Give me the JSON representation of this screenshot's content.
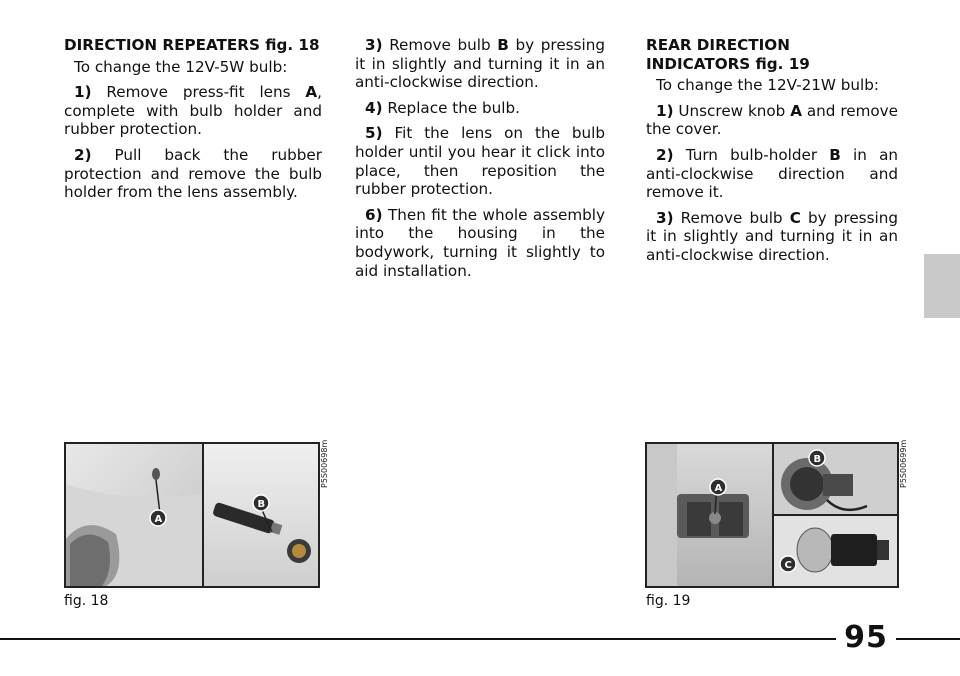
{
  "columns": {
    "left": {
      "heading": "DIRECTION REPEATERS fig. 18",
      "intro": "To change the 12V-5W bulb:",
      "steps": [
        {
          "num": "1)",
          "pre": "Remove press-fit lens ",
          "bold": "A",
          "post": ", complete with bulb holder and rubber protection."
        },
        {
          "num": "2)",
          "pre": "Pull back the rubber protection and remove the bulb holder from the lens assembly.",
          "bold": "",
          "post": ""
        }
      ]
    },
    "middle": {
      "steps": [
        {
          "num": "3)",
          "pre": "Remove bulb ",
          "bold": "B",
          "post": " by pressing it in slightly and turning it in an anti-clockwise direction."
        },
        {
          "num": "4)",
          "pre": "Replace the bulb.",
          "bold": "",
          "post": ""
        },
        {
          "num": "5)",
          "pre": "Fit the lens on the bulb holder until you hear it click into place, then reposition the rubber protection.",
          "bold": "",
          "post": ""
        },
        {
          "num": "6)",
          "pre": "Then fit the whole assembly into the housing in the bodywork, turning it slightly to aid installation.",
          "bold": "",
          "post": ""
        }
      ]
    },
    "right": {
      "heading_line1": "REAR DIRECTION",
      "heading_line2": "INDICATORS fig. 19",
      "intro": "To change the 12V-21W bulb:",
      "steps": [
        {
          "num": "1)",
          "pre": "Unscrew knob ",
          "bold": "A",
          "post": " and remove the cover."
        },
        {
          "num": "2)",
          "pre": "Turn bulb-holder ",
          "bold": "B",
          "post": " in an anti-clockwise direction and remove it."
        },
        {
          "num": "3)",
          "pre": "Remove bulb ",
          "bold": "C",
          "post": " by pressing it in slightly and turning it in an anti-clockwise direction."
        }
      ]
    }
  },
  "figures": {
    "fig18": {
      "caption": "fig. 18",
      "code": "P5S00698m",
      "labels": [
        "A",
        "B"
      ]
    },
    "fig19": {
      "caption": "fig. 19",
      "code": "P5S00699m",
      "labels": [
        "A",
        "B",
        "C"
      ]
    }
  },
  "page_number": "95"
}
